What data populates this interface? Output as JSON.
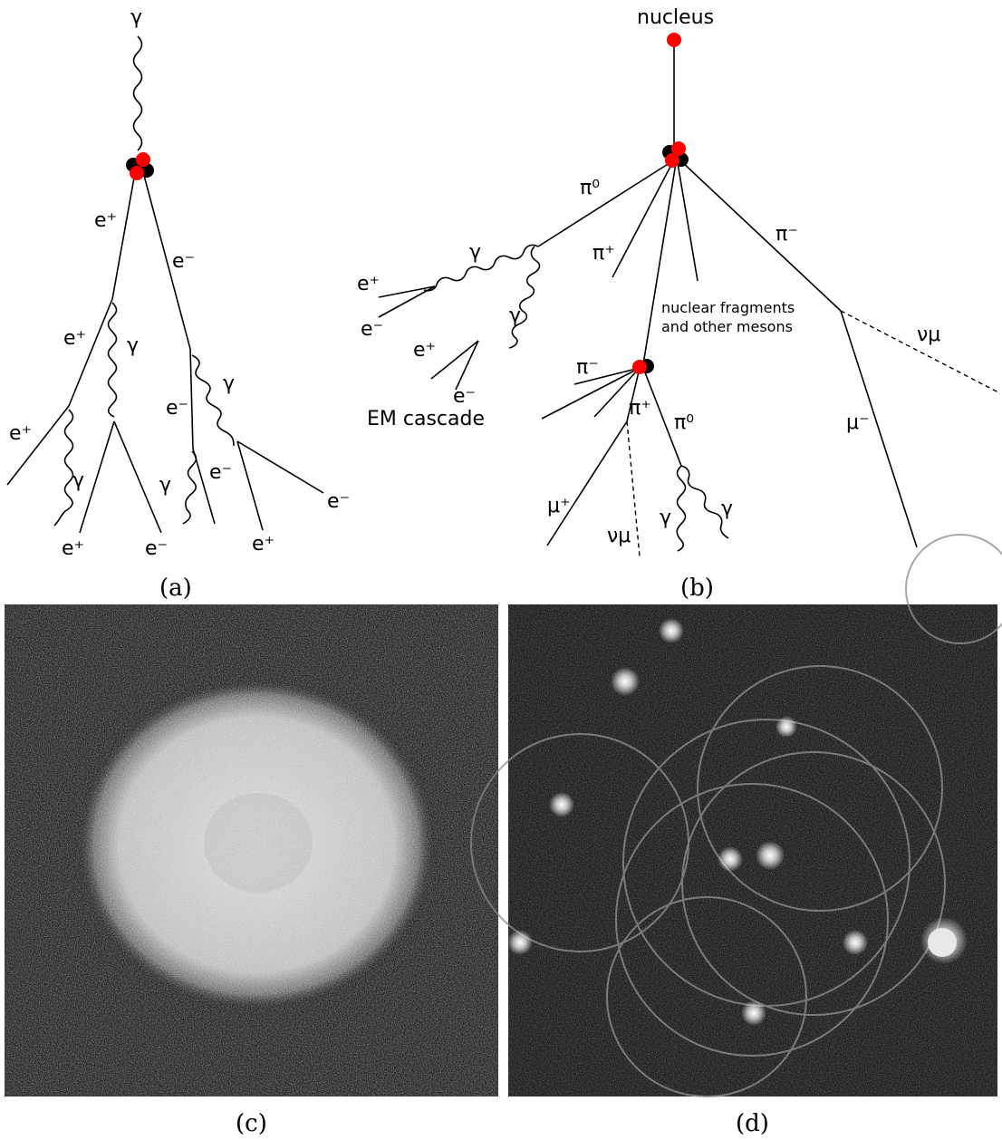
{
  "panel_a": {
    "caption": "(a)",
    "labels": {
      "gamma_top": "γ",
      "e_plus_1": "e⁺",
      "e_minus_1": "e⁻",
      "e_plus_2": "e⁺",
      "gamma_mid": "γ",
      "e_minus_2": "e⁻",
      "gamma_right": "γ",
      "e_plus_3": "e⁺",
      "gamma_low_left": "γ",
      "e_plus_bottom_1": "e⁺",
      "e_minus_bottom_1": "e⁻",
      "gamma_low_mid": "γ",
      "e_minus_3": "e⁻",
      "e_plus_bottom_2": "e⁺",
      "e_minus_bottom_2": "e⁻"
    }
  },
  "panel_b": {
    "caption": "(b)",
    "labels": {
      "nucleus": "nucleus",
      "pi0_top": "π⁰",
      "pi_plus_top": "π⁺",
      "pi_minus_top": "π⁻",
      "gamma_em_1": "γ",
      "gamma_em_2": "γ",
      "e_plus_em_1": "e⁺",
      "e_minus_em_1": "e⁻",
      "e_plus_em_2": "e⁺",
      "e_minus_em_2": "e⁻",
      "em_cascade": "EM cascade",
      "fragments_line1": "nuclear fragments",
      "fragments_line2": "and other mesons",
      "nu_mu_right": "νμ",
      "mu_minus": "μ⁻",
      "pi_minus_low": "π⁻",
      "pi_plus_low": "π⁺",
      "pi0_low": "π⁰",
      "mu_plus": "μ⁺",
      "nu_mu_low": "νμ",
      "gamma_low_1": "γ",
      "gamma_low_2": "γ"
    }
  },
  "panel_c": {
    "caption": "(c)"
  },
  "panel_d": {
    "caption": "(d)"
  },
  "colors": {
    "vertex_red": "#ff0000",
    "vertex_black": "#000000",
    "photo_bg": "#222222"
  }
}
